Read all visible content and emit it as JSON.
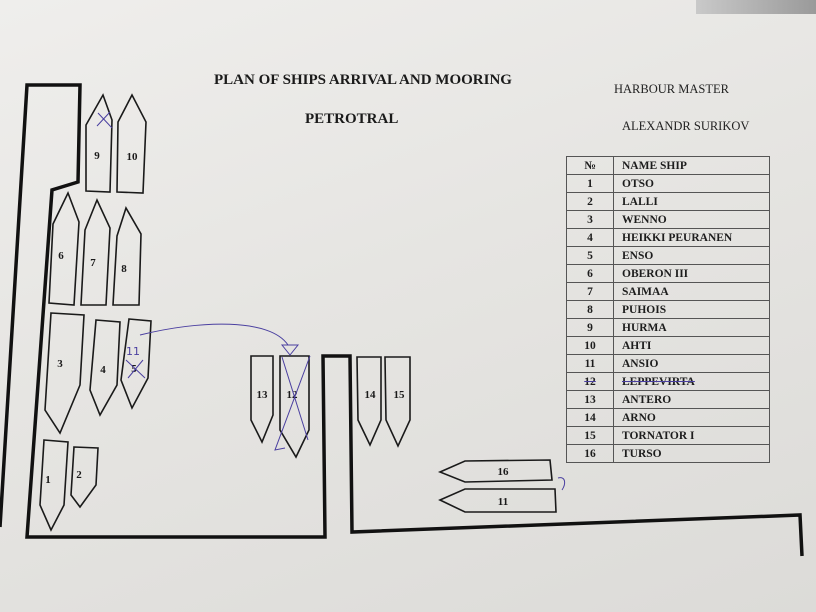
{
  "header": {
    "title": "PLAN OF SHIPS ARRIVAL AND MOORING",
    "subtitle": "PETROTRAL",
    "role": "HARBOUR MASTER",
    "name": "ALEXANDR SURIKOV"
  },
  "table": {
    "col_no": "№",
    "col_name": "NAME  SHIP",
    "rows": [
      {
        "no": "1",
        "name": "OTSO"
      },
      {
        "no": "2",
        "name": "LALLI"
      },
      {
        "no": "3",
        "name": "WENNO"
      },
      {
        "no": "4",
        "name": "HEIKKI  PEURANEN"
      },
      {
        "no": "5",
        "name": "ENSO"
      },
      {
        "no": "6",
        "name": "OBERON III"
      },
      {
        "no": "7",
        "name": "SAIMAA"
      },
      {
        "no": "8",
        "name": "PUHOIS"
      },
      {
        "no": "9",
        "name": "HURMA"
      },
      {
        "no": "10",
        "name": "AHTI"
      },
      {
        "no": "11",
        "name": "ANSIO"
      },
      {
        "no": "12",
        "name": "LEPPEVIRTA"
      },
      {
        "no": "13",
        "name": "ANTERO"
      },
      {
        "no": "14",
        "name": "ARNO"
      },
      {
        "no": "15",
        "name": "TORNATOR I"
      },
      {
        "no": "16",
        "name": "TURSO"
      }
    ]
  },
  "ships": {
    "s1": "1",
    "s2": "2",
    "s3": "3",
    "s4": "4",
    "s5": "5",
    "s6": "6",
    "s7": "7",
    "s8": "8",
    "s9": "9",
    "s10": "10",
    "s11": "11",
    "s12": "12",
    "s13": "13",
    "s14": "14",
    "s15": "15",
    "s16": "16"
  },
  "annotations": {
    "handwritten_11": "11",
    "pen_color": "#4a3fa0"
  }
}
